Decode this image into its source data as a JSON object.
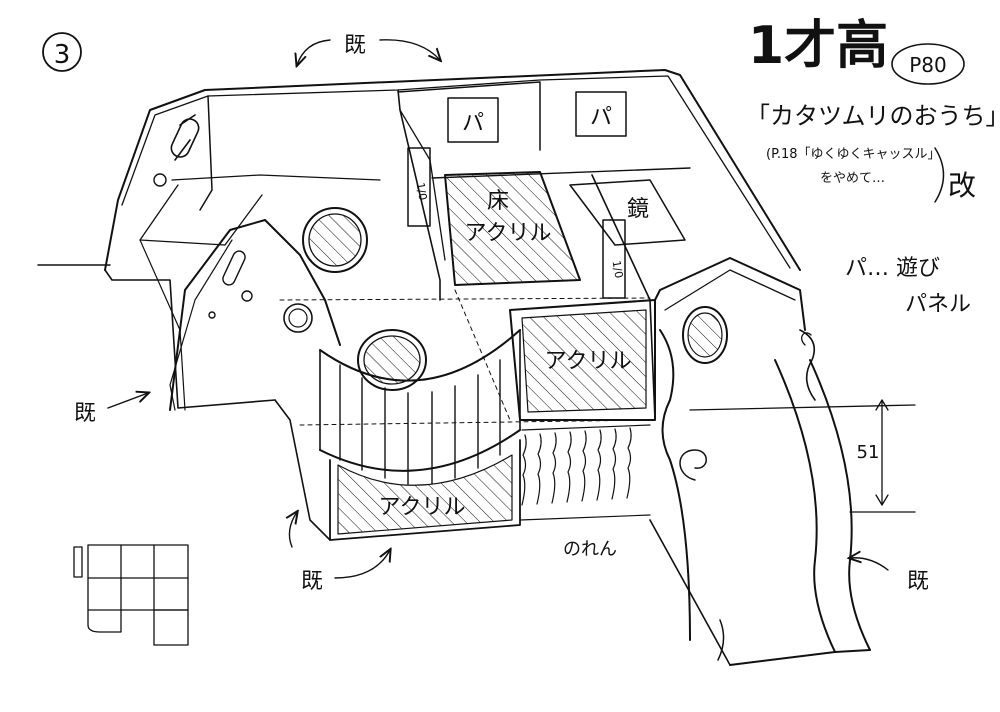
{
  "sheet": {
    "number": "3",
    "title": "1才高",
    "page_ref": "P80",
    "name": "「カタツムリのおうち」",
    "note_line1": "(P.18「ゆくゆくキャッスル」",
    "note_line2": "をやめて…",
    "note_suffix": "改"
  },
  "legend": {
    "line1": "パ… 遊び",
    "line2": "パネル"
  },
  "labels": {
    "existing": "既",
    "panel": "パ",
    "floor_acrylic_1": "床",
    "floor_acrylic_2": "アクリル",
    "mirror": "鏡",
    "acrylic": "アクリル",
    "curtain": "のれん",
    "fraction": "1/0",
    "height": "51"
  },
  "colors": {
    "ink": "#111111",
    "paper": "#ffffff"
  }
}
